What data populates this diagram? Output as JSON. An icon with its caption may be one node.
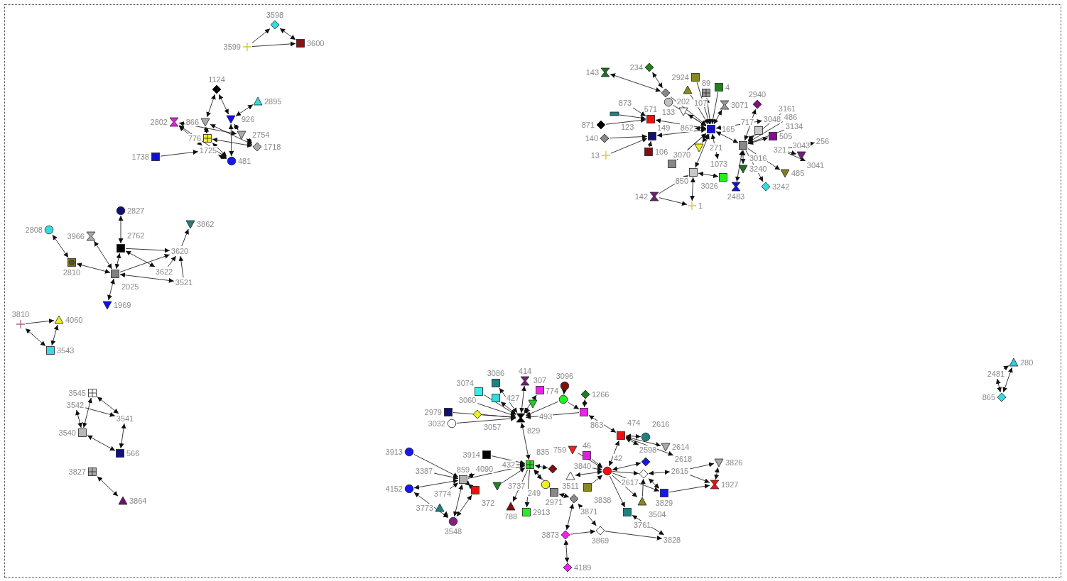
{
  "diagram": {
    "nodes": [
      {
        "text": [],
        "shape": "diamond",
        "beside": [
          "3598"
        ]
      },
      {
        "text": [],
        "shape": "cross",
        "beside": [
          "3599"
        ]
      },
      {
        "text": [],
        "shape": "box",
        "beside": [
          "3600"
        ]
      },
      {
        "text": [],
        "shape": "diamond",
        "beside": [
          "1124"
        ]
      },
      {
        "text": [],
        "shape": "triangle",
        "beside": [
          "2895"
        ]
      },
      {
        "text": [],
        "shape": "hourglass",
        "beside": [
          "2802"
        ]
      },
      {
        "text": [],
        "shape": "triangle",
        "beside": [
          "866"
        ]
      },
      {
        "text": [],
        "shape": "triangle",
        "beside": [
          "926"
        ]
      },
      {
        "text": [],
        "shape": "box",
        "beside": [
          "776"
        ]
      },
      {
        "text": [],
        "shape": "triangle",
        "beside": [
          "2754"
        ]
      },
      {
        "text": [],
        "shape": "diamond",
        "beside": [
          "1718"
        ]
      },
      {
        "text": [
          "1725"
        ]
      },
      {
        "text": [],
        "shape": "box",
        "beside": [
          "1738"
        ]
      },
      {
        "text": [],
        "shape": "circle",
        "beside": [
          "481"
        ]
      },
      {
        "text": [],
        "shape": "circle",
        "beside": [
          "2827"
        ]
      },
      {
        "text": [],
        "shape": "circle",
        "beside": [
          "2808"
        ]
      },
      {
        "text": [],
        "shape": "hourglass",
        "beside": [
          "3966"
        ]
      },
      {
        "text": [],
        "shape": "triangle",
        "beside": [
          "3862"
        ]
      },
      {
        "text": [],
        "shape": "box",
        "beside": [
          "2762"
        ]
      },
      {
        "text": [
          "3620"
        ]
      },
      {
        "text": [],
        "shape": "box",
        "beside": [
          "2810"
        ]
      },
      {
        "text": [],
        "shape": "box",
        "beside": [
          "2025"
        ]
      },
      {
        "text": [
          "3622"
        ]
      },
      {
        "text": [
          "3521"
        ]
      },
      {
        "text": [],
        "shape": "triangle",
        "beside": [
          "1969"
        ]
      },
      {
        "text": [],
        "shape": "cross",
        "beside": [
          "3810"
        ]
      },
      {
        "text": [],
        "shape": "triangle",
        "beside": [
          "4060"
        ]
      },
      {
        "text": [],
        "shape": "box",
        "beside": [
          "3543"
        ]
      },
      {
        "text": [],
        "shape": "box",
        "beside": [
          "3545"
        ]
      },
      {
        "text": [
          "3542"
        ]
      },
      {
        "text": [
          "3541"
        ]
      },
      {
        "text": [],
        "shape": "box",
        "beside": [
          "3540"
        ]
      },
      {
        "text": [],
        "shape": "box",
        "beside": [
          "566"
        ]
      },
      {
        "text": [],
        "shape": "box",
        "beside": [
          "3827"
        ]
      },
      {
        "text": [],
        "shape": "triangle",
        "beside": [
          "3864"
        ]
      },
      {
        "text": [],
        "shape": "triangle",
        "beside": [
          "280"
        ]
      },
      {
        "text": [
          "2481"
        ]
      },
      {
        "text": [],
        "shape": "diamond",
        "beside": [
          "865"
        ]
      },
      {
        "text": [],
        "shape": "hourglass",
        "beside": [
          "143"
        ]
      },
      {
        "text": [],
        "shape": "diamond",
        "beside": [
          "234"
        ]
      },
      {
        "text": [],
        "shape": "box",
        "beside": [
          "2924"
        ]
      },
      {
        "text": [],
        "shape": "triangle",
        "beside": [
          "107"
        ]
      },
      {
        "text": [],
        "shape": "box",
        "beside": [
          "89"
        ]
      },
      {
        "text": [],
        "shape": "box",
        "beside": [
          "4"
        ]
      },
      {
        "text": [],
        "shape": "hourglass",
        "beside": [
          "3071"
        ]
      },
      {
        "text": [],
        "shape": "diamond",
        "beside": [
          "2940"
        ]
      },
      {
        "text": [
          "3161"
        ]
      },
      {
        "text": [
          "486"
        ]
      },
      {
        "text": [
          "3048"
        ]
      },
      {
        "text": [
          "3134"
        ]
      },
      {
        "text": [],
        "shape": "box",
        "beside": [
          "717"
        ]
      },
      {
        "text": [],
        "shape": "box",
        "beside": [
          "505"
        ]
      },
      {
        "text": [
          "256"
        ]
      },
      {
        "text": [],
        "shape": "triangle",
        "beside": [
          "3043"
        ]
      },
      {
        "text": [
          "3041"
        ]
      },
      {
        "text": [],
        "shape": "triangle",
        "beside": [
          "485"
        ]
      },
      {
        "text": [],
        "shape": "diamond",
        "beside": [
          "3242"
        ]
      },
      {
        "text": [],
        "shape": "hourglass",
        "beside": [
          "2483"
        ]
      },
      {
        "text": [],
        "shape": "triangle",
        "beside": [
          "3240"
        ]
      },
      {
        "text": [],
        "shape": "box",
        "beside": [
          "3026"
        ]
      },
      {
        "text": [
          "1073"
        ]
      },
      {
        "text": [],
        "shape": "box",
        "beside": [
          "850"
        ]
      },
      {
        "text": [],
        "shape": "box"
      },
      {
        "text": [
          "3070"
        ]
      },
      {
        "text": [],
        "shape": "triangle",
        "beside": [
          "271"
        ]
      },
      {
        "text": [],
        "shape": "box",
        "beside": [
          "106"
        ]
      },
      {
        "text": [],
        "shape": "box",
        "beside": [
          "149"
        ]
      },
      {
        "text": [],
        "shape": "diamond",
        "beside": [
          "140"
        ]
      },
      {
        "text": [],
        "shape": "cross",
        "beside": [
          "13"
        ]
      },
      {
        "text": [],
        "shape": "diamond",
        "beside": [
          "871"
        ]
      },
      {
        "text": [],
        "shape": "bar",
        "beside": [
          "123"
        ]
      },
      {
        "text": [
          "873"
        ]
      },
      {
        "text": [],
        "shape": "box",
        "beside": [
          "571"
        ]
      },
      {
        "text": [],
        "shape": "circle",
        "beside": [
          "133"
        ]
      },
      {
        "text": [],
        "shape": "diamond"
      },
      {
        "text": [],
        "shape": "triangle",
        "beside": [
          "202"
        ]
      },
      {
        "text": [
          "862"
        ]
      },
      {
        "text": [],
        "shape": "box",
        "beside": [
          "165"
        ]
      },
      {
        "text": [],
        "shape": "box",
        "beside": [
          "3016"
        ]
      },
      {
        "text": [
          "321"
        ]
      },
      {
        "text": [],
        "shape": "hourglass",
        "beside": [
          "142"
        ]
      },
      {
        "text": [],
        "shape": "cross",
        "beside": [
          "1"
        ]
      },
      {
        "text": [],
        "shape": "box",
        "beside": [
          "3086"
        ]
      },
      {
        "text": [],
        "shape": "hourglass",
        "beside": [
          "414"
        ]
      },
      {
        "text": [],
        "shape": "box",
        "beside": [
          "3074"
        ]
      },
      {
        "text": [],
        "shape": "box",
        "beside": [
          "427"
        ]
      },
      {
        "text": [],
        "shape": "box",
        "beside": [
          "307"
        ]
      },
      {
        "text": [],
        "shape": "circle",
        "beside": [
          "3096"
        ]
      },
      {
        "text": [],
        "shape": "diamond",
        "beside": [
          "1266"
        ]
      },
      {
        "text": [
          "3060"
        ]
      },
      {
        "text": [],
        "shape": "triangle",
        "beside": [
          "493"
        ]
      },
      {
        "text": [],
        "shape": "circle",
        "beside": [
          "774"
        ]
      },
      {
        "text": [],
        "shape": "box",
        "beside": [
          "2979"
        ]
      },
      {
        "text": [],
        "shape": "diamond",
        "beside": [
          "3057"
        ]
      },
      {
        "text": [],
        "shape": "box",
        "beside": [
          "863"
        ]
      },
      {
        "text": [],
        "shape": "hourglass",
        "beside": [
          "829"
        ]
      },
      {
        "text": [],
        "shape": "circle",
        "beside": [
          "3032"
        ]
      },
      {
        "text": [],
        "shape": "circle",
        "beside": [
          "3913"
        ]
      },
      {
        "text": [],
        "shape": "box",
        "beside": [
          "3914"
        ]
      },
      {
        "text": [
          "432"
        ]
      },
      {
        "text": [
          "4090"
        ]
      },
      {
        "text": [],
        "shape": "box",
        "beside": [
          "835"
        ]
      },
      {
        "text": [
          "3387"
        ]
      },
      {
        "text": [],
        "shape": "box",
        "beside": [
          "859"
        ]
      },
      {
        "text": [
          "3774"
        ]
      },
      {
        "text": [],
        "shape": "circle",
        "beside": [
          "4152"
        ]
      },
      {
        "text": [],
        "shape": "box",
        "beside": [
          "372"
        ]
      },
      {
        "text": [],
        "shape": "triangle",
        "beside": [
          "3737"
        ]
      },
      {
        "text": [],
        "shape": "triangle",
        "beside": [
          "3773"
        ]
      },
      {
        "text": [],
        "shape": "circle",
        "beside": [
          "3548"
        ]
      },
      {
        "text": [],
        "shape": "triangle",
        "beside": [
          "759"
        ]
      },
      {
        "text": [],
        "shape": "box",
        "beside": [
          "46"
        ]
      },
      {
        "text": [
          "3840"
        ]
      },
      {
        "text": [],
        "shape": "triangle",
        "beside": [
          "3511"
        ]
      },
      {
        "text": [],
        "shape": "circle",
        "beside": [
          "249"
        ]
      },
      {
        "text": [],
        "shape": "box",
        "beside": [
          "3838"
        ]
      },
      {
        "text": [],
        "shape": "box",
        "beside": [
          "2971"
        ]
      },
      {
        "text": [],
        "shape": "diamond",
        "beside": [
          "3871"
        ]
      },
      {
        "text": [],
        "shape": "triangle",
        "beside": [
          "788"
        ]
      },
      {
        "text": [],
        "shape": "box",
        "beside": [
          "2913"
        ]
      },
      {
        "text": [],
        "shape": "diamond",
        "beside": [
          "3873"
        ]
      },
      {
        "text": [],
        "shape": "diamond",
        "beside": [
          "3869"
        ]
      },
      {
        "text": [],
        "shape": "diamond",
        "beside": [
          "4189"
        ]
      },
      {
        "text": [],
        "shape": "box",
        "beside": [
          "474"
        ]
      },
      {
        "text": [],
        "shape": "circle",
        "beside": [
          "2616"
        ]
      },
      {
        "text": [],
        "shape": "triangle",
        "beside": [
          "2614"
        ]
      },
      {
        "text": [
          "2598"
        ]
      },
      {
        "text": [
          "2618"
        ]
      },
      {
        "text": [],
        "shape": "circle",
        "beside": [
          "42"
        ]
      },
      {
        "text": [],
        "shape": "diamond",
        "beside": [
          "2617"
        ]
      },
      {
        "text": [
          "2615"
        ]
      },
      {
        "text": [],
        "shape": "triangle",
        "beside": [
          "3826"
        ]
      },
      {
        "text": [],
        "shape": "hourglass",
        "beside": [
          "1927"
        ]
      },
      {
        "text": [],
        "shape": "box",
        "beside": [
          "3829"
        ]
      },
      {
        "text": [],
        "shape": "triangle",
        "beside": [
          "3504"
        ]
      },
      {
        "text": [],
        "shape": "box",
        "beside": [
          "3761"
        ]
      },
      {
        "text": [
          "3828"
        ]
      },
      {
        "text": [],
        "shape": "diamond"
      },
      {
        "text": [],
        "shape": "diamond"
      }
    ],
    "edges": [
      {
        "from": 1,
        "to": 0,
        "arrow": "to"
      },
      {
        "from": 0,
        "to": 2,
        "arrow": "both"
      },
      {
        "from": 1,
        "to": 2,
        "arrow": "to"
      },
      {
        "from": 3,
        "to": 6,
        "arrow": "both"
      },
      {
        "from": 3,
        "to": 7,
        "arrow": "both"
      },
      {
        "from": 4,
        "to": 7,
        "arrow": "both"
      },
      {
        "from": 5,
        "to": 11,
        "arrow": "both"
      },
      {
        "from": 5,
        "to": 13,
        "arrow": "both"
      },
      {
        "from": 6,
        "to": 8,
        "arrow": "both"
      },
      {
        "from": 7,
        "to": 13,
        "arrow": "both"
      },
      {
        "from": 7,
        "to": 9,
        "arrow": "both"
      },
      {
        "from": 8,
        "to": 10,
        "arrow": "both"
      },
      {
        "from": 9,
        "to": 10,
        "arrow": "both"
      },
      {
        "from": 12,
        "to": 11,
        "arrow": "to"
      },
      {
        "from": 11,
        "to": 13,
        "arrow": "both"
      },
      {
        "from": 8,
        "to": 13,
        "arrow": "both"
      },
      {
        "from": 5,
        "to": 9,
        "arrow": "both"
      },
      {
        "from": 6,
        "to": 10,
        "arrow": "both"
      },
      {
        "from": 14,
        "to": 18,
        "arrow": "both"
      },
      {
        "from": 15,
        "to": 20,
        "arrow": "both"
      },
      {
        "from": 16,
        "to": 21,
        "arrow": "both"
      },
      {
        "from": 18,
        "to": 21,
        "arrow": "both"
      },
      {
        "from": 20,
        "to": 21,
        "arrow": "both"
      },
      {
        "from": 18,
        "to": 19,
        "arrow": "to"
      },
      {
        "from": 18,
        "to": 22,
        "arrow": "both"
      },
      {
        "from": 21,
        "to": 19,
        "arrow": "to"
      },
      {
        "from": 22,
        "to": 19,
        "arrow": "to"
      },
      {
        "from": 19,
        "to": 17,
        "arrow": "to"
      },
      {
        "from": 21,
        "to": 23,
        "arrow": "both"
      },
      {
        "from": 23,
        "to": 19,
        "arrow": "to"
      },
      {
        "from": 21,
        "to": 24,
        "arrow": "both"
      },
      {
        "from": 25,
        "to": 26,
        "arrow": "to"
      },
      {
        "from": 25,
        "to": 27,
        "arrow": "both"
      },
      {
        "from": 27,
        "to": 26,
        "arrow": "both"
      },
      {
        "from": 28,
        "to": 31,
        "arrow": "both"
      },
      {
        "from": 28,
        "to": 30,
        "arrow": "both"
      },
      {
        "from": 29,
        "to": 31,
        "arrow": "both"
      },
      {
        "from": 29,
        "to": 30,
        "arrow": "to"
      },
      {
        "from": 30,
        "to": 32,
        "arrow": "both"
      },
      {
        "from": 31,
        "to": 32,
        "arrow": "both"
      },
      {
        "from": 33,
        "to": 34,
        "arrow": "both"
      },
      {
        "from": 36,
        "to": 35,
        "arrow": "to"
      },
      {
        "from": 36,
        "to": 37,
        "arrow": "both"
      },
      {
        "from": 35,
        "to": 37,
        "arrow": "both"
      },
      {
        "from": 38,
        "to": 74,
        "arrow": "both"
      },
      {
        "from": 39,
        "to": 74,
        "arrow": "both"
      },
      {
        "from": 74,
        "to": 77,
        "arrow": "to"
      },
      {
        "from": 73,
        "to": 77,
        "arrow": "to"
      },
      {
        "from": 41,
        "to": 77,
        "arrow": "to"
      },
      {
        "from": 42,
        "to": 77,
        "arrow": "both"
      },
      {
        "from": 43,
        "to": 77,
        "arrow": "to"
      },
      {
        "from": 44,
        "to": 77,
        "arrow": "both"
      },
      {
        "from": 45,
        "to": 78,
        "arrow": "both"
      },
      {
        "from": 46,
        "to": 78,
        "arrow": "to"
      },
      {
        "from": 47,
        "to": 78,
        "arrow": "to"
      },
      {
        "from": 48,
        "to": 77,
        "arrow": "both"
      },
      {
        "from": 49,
        "to": 78,
        "arrow": "to"
      },
      {
        "from": 50,
        "to": 78,
        "arrow": "both"
      },
      {
        "from": 51,
        "to": 78,
        "arrow": "both"
      },
      {
        "from": 79,
        "to": 52,
        "arrow": "to"
      },
      {
        "from": 79,
        "to": 53,
        "arrow": "to"
      },
      {
        "from": 79,
        "to": 54,
        "arrow": "to"
      },
      {
        "from": 78,
        "to": 55,
        "arrow": "to"
      },
      {
        "from": 78,
        "to": 56,
        "arrow": "to"
      },
      {
        "from": 57,
        "to": 78,
        "arrow": "both"
      },
      {
        "from": 58,
        "to": 78,
        "arrow": "both"
      },
      {
        "from": 59,
        "to": 61,
        "arrow": "both"
      },
      {
        "from": 60,
        "to": 77,
        "arrow": "both"
      },
      {
        "from": 61,
        "to": 77,
        "arrow": "both"
      },
      {
        "from": 62,
        "to": 77,
        "arrow": "both"
      },
      {
        "from": 63,
        "to": 77,
        "arrow": "to"
      },
      {
        "from": 64,
        "to": 77,
        "arrow": "both"
      },
      {
        "from": 65,
        "to": 66,
        "arrow": "to"
      },
      {
        "from": 66,
        "to": 77,
        "arrow": "both"
      },
      {
        "from": 67,
        "to": 66,
        "arrow": "to"
      },
      {
        "from": 68,
        "to": 66,
        "arrow": "to"
      },
      {
        "from": 69,
        "to": 72,
        "arrow": "to"
      },
      {
        "from": 70,
        "to": 72,
        "arrow": "to"
      },
      {
        "from": 71,
        "to": 72,
        "arrow": "to"
      },
      {
        "from": 72,
        "to": 77,
        "arrow": "both"
      },
      {
        "from": 75,
        "to": 77,
        "arrow": "both"
      },
      {
        "from": 76,
        "to": 77,
        "arrow": "both"
      },
      {
        "from": 78,
        "to": 77,
        "arrow": "both"
      },
      {
        "from": 80,
        "to": 61,
        "arrow": "to"
      },
      {
        "from": 61,
        "to": 81,
        "arrow": "both"
      },
      {
        "from": 80,
        "to": 81,
        "arrow": "to"
      },
      {
        "from": 40,
        "to": 77,
        "arrow": "to"
      },
      {
        "from": 82,
        "to": 95,
        "arrow": "both"
      },
      {
        "from": 83,
        "to": 95,
        "arrow": "both"
      },
      {
        "from": 84,
        "to": 95,
        "arrow": "to"
      },
      {
        "from": 85,
        "to": 95,
        "arrow": "both"
      },
      {
        "from": 86,
        "to": 95,
        "arrow": "both"
      },
      {
        "from": 87,
        "to": 91,
        "arrow": "to"
      },
      {
        "from": 88,
        "to": 94,
        "arrow": "both"
      },
      {
        "from": 89,
        "to": 95,
        "arrow": "to"
      },
      {
        "from": 90,
        "to": 95,
        "arrow": "both"
      },
      {
        "from": 91,
        "to": 95,
        "arrow": "to"
      },
      {
        "from": 91,
        "to": 94,
        "arrow": "to"
      },
      {
        "from": 92,
        "to": 95,
        "arrow": "to"
      },
      {
        "from": 93,
        "to": 95,
        "arrow": "to"
      },
      {
        "from": 94,
        "to": 95,
        "arrow": "to"
      },
      {
        "from": 96,
        "to": 95,
        "arrow": "to"
      },
      {
        "from": 95,
        "to": 101,
        "arrow": "both"
      },
      {
        "from": 94,
        "to": 123,
        "arrow": "both"
      },
      {
        "from": 97,
        "to": 103,
        "arrow": "to"
      },
      {
        "from": 98,
        "to": 101,
        "arrow": "to"
      },
      {
        "from": 99,
        "to": 101,
        "arrow": "to"
      },
      {
        "from": 100,
        "to": 103,
        "arrow": "both"
      },
      {
        "from": 102,
        "to": 103,
        "arrow": "to"
      },
      {
        "from": 104,
        "to": 103,
        "arrow": "to"
      },
      {
        "from": 105,
        "to": 103,
        "arrow": "both"
      },
      {
        "from": 106,
        "to": 103,
        "arrow": "both"
      },
      {
        "from": 107,
        "to": 101,
        "arrow": "to"
      },
      {
        "from": 103,
        "to": 101,
        "arrow": "to"
      },
      {
        "from": 103,
        "to": 109,
        "arrow": "both"
      },
      {
        "from": 108,
        "to": 109,
        "arrow": "to"
      },
      {
        "from": 105,
        "to": 109,
        "arrow": "both"
      },
      {
        "from": 106,
        "to": 109,
        "arrow": "both"
      },
      {
        "from": 101,
        "to": 114,
        "arrow": "both"
      },
      {
        "from": 101,
        "to": 116,
        "arrow": "both"
      },
      {
        "from": 101,
        "to": 118,
        "arrow": "to"
      },
      {
        "from": 101,
        "to": 119,
        "arrow": "to"
      },
      {
        "from": 101,
        "to": 137,
        "arrow": "both"
      },
      {
        "from": 110,
        "to": 128,
        "arrow": "to"
      },
      {
        "from": 111,
        "to": 128,
        "arrow": "to"
      },
      {
        "from": 112,
        "to": 128,
        "arrow": "to"
      },
      {
        "from": 113,
        "to": 128,
        "arrow": "both"
      },
      {
        "from": 115,
        "to": 128,
        "arrow": "to"
      },
      {
        "from": 116,
        "to": 117,
        "arrow": "both"
      },
      {
        "from": 117,
        "to": 120,
        "arrow": "both"
      },
      {
        "from": 117,
        "to": 121,
        "arrow": "both"
      },
      {
        "from": 120,
        "to": 122,
        "arrow": "both"
      },
      {
        "from": 120,
        "to": 121,
        "arrow": "to"
      },
      {
        "from": 121,
        "to": 136,
        "arrow": "to"
      },
      {
        "from": 128,
        "to": 123,
        "arrow": "both"
      },
      {
        "from": 128,
        "to": 129,
        "arrow": "to"
      },
      {
        "from": 128,
        "to": 133,
        "arrow": "to"
      },
      {
        "from": 128,
        "to": 134,
        "arrow": "to"
      },
      {
        "from": 128,
        "to": 135,
        "arrow": "to"
      },
      {
        "from": 128,
        "to": 138,
        "arrow": "both"
      },
      {
        "from": 123,
        "to": 124,
        "arrow": "both"
      },
      {
        "from": 123,
        "to": 125,
        "arrow": "both"
      },
      {
        "from": 123,
        "to": 126,
        "arrow": "both"
      },
      {
        "from": 123,
        "to": 127,
        "arrow": "both"
      },
      {
        "from": 129,
        "to": 130,
        "arrow": "both"
      },
      {
        "from": 130,
        "to": 131,
        "arrow": "to"
      },
      {
        "from": 133,
        "to": 132,
        "arrow": "to"
      },
      {
        "from": 131,
        "to": 132,
        "arrow": "both"
      },
      {
        "from": 130,
        "to": 132,
        "arrow": "to"
      },
      {
        "from": 133,
        "to": 129,
        "arrow": "both"
      },
      {
        "from": 134,
        "to": 129,
        "arrow": "to"
      },
      {
        "from": 135,
        "to": 136,
        "arrow": "both"
      }
    ]
  }
}
